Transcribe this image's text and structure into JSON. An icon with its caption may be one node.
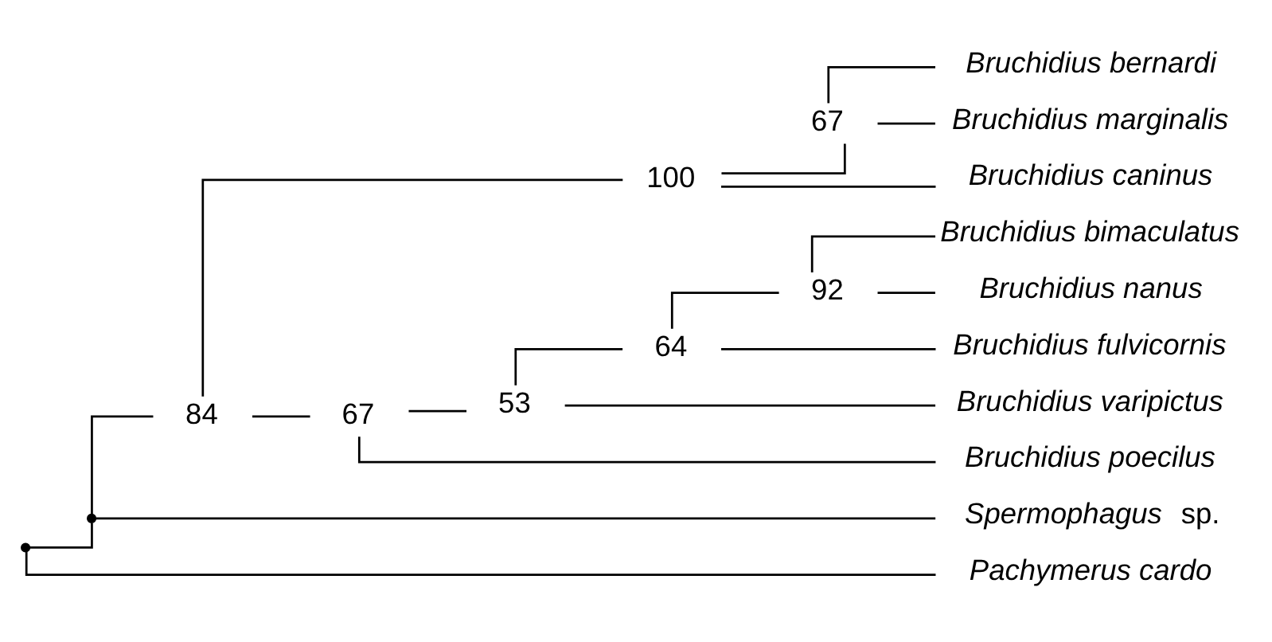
{
  "diagram": {
    "nodes": [
      {
        "text": [],
        "shape": "point"
      },
      {
        "text": [],
        "shape": "point"
      },
      {
        "text": [
          "84"
        ]
      },
      {
        "text": [
          "100"
        ]
      },
      {
        "text": [
          "67"
        ]
      },
      {
        "text": [
          "Bruchidius bernardi"
        ]
      },
      {
        "text": [
          "Bruchidius marginalis"
        ]
      },
      {
        "text": [
          "Bruchidius caninus"
        ]
      },
      {
        "text": [
          "67"
        ]
      },
      {
        "text": [
          "53"
        ]
      },
      {
        "text": [
          "64"
        ]
      },
      {
        "text": [
          "92"
        ]
      },
      {
        "text": [
          "Bruchidius bimaculatus"
        ]
      },
      {
        "text": [
          "Bruchidius nanus"
        ]
      },
      {
        "text": [
          "Bruchidius fulvicornis"
        ]
      },
      {
        "text": [
          "Bruchidius varipictus"
        ]
      },
      {
        "text": [
          "Bruchidius poecilus"
        ]
      },
      {
        "text": [
          "*Spermophagus* sp."
        ]
      },
      {
        "text": [
          "Pachymerus cardo"
        ]
      }
    ],
    "edges": [
      {
        "from": 0,
        "to": 1,
        "arrow": "none"
      },
      {
        "from": 0,
        "to": 18,
        "arrow": "none"
      },
      {
        "from": 1,
        "to": 2,
        "arrow": "none"
      },
      {
        "from": 1,
        "to": 17,
        "arrow": "none"
      },
      {
        "from": 2,
        "to": 3,
        "arrow": "none"
      },
      {
        "from": 2,
        "to": 8,
        "arrow": "none"
      },
      {
        "from": 3,
        "to": 4,
        "arrow": "none"
      },
      {
        "from": 3,
        "to": 7,
        "arrow": "none"
      },
      {
        "from": 4,
        "to": 5,
        "arrow": "none"
      },
      {
        "from": 4,
        "to": 6,
        "arrow": "none"
      },
      {
        "from": 8,
        "to": 9,
        "arrow": "none"
      },
      {
        "from": 8,
        "to": 16,
        "arrow": "none"
      },
      {
        "from": 9,
        "to": 10,
        "arrow": "none"
      },
      {
        "from": 9,
        "to": 15,
        "arrow": "none"
      },
      {
        "from": 10,
        "to": 11,
        "arrow": "none"
      },
      {
        "from": 10,
        "to": 14,
        "arrow": "none"
      },
      {
        "from": 11,
        "to": 12,
        "arrow": "none"
      },
      {
        "from": 11,
        "to": 13,
        "arrow": "none"
      }
    ]
  }
}
